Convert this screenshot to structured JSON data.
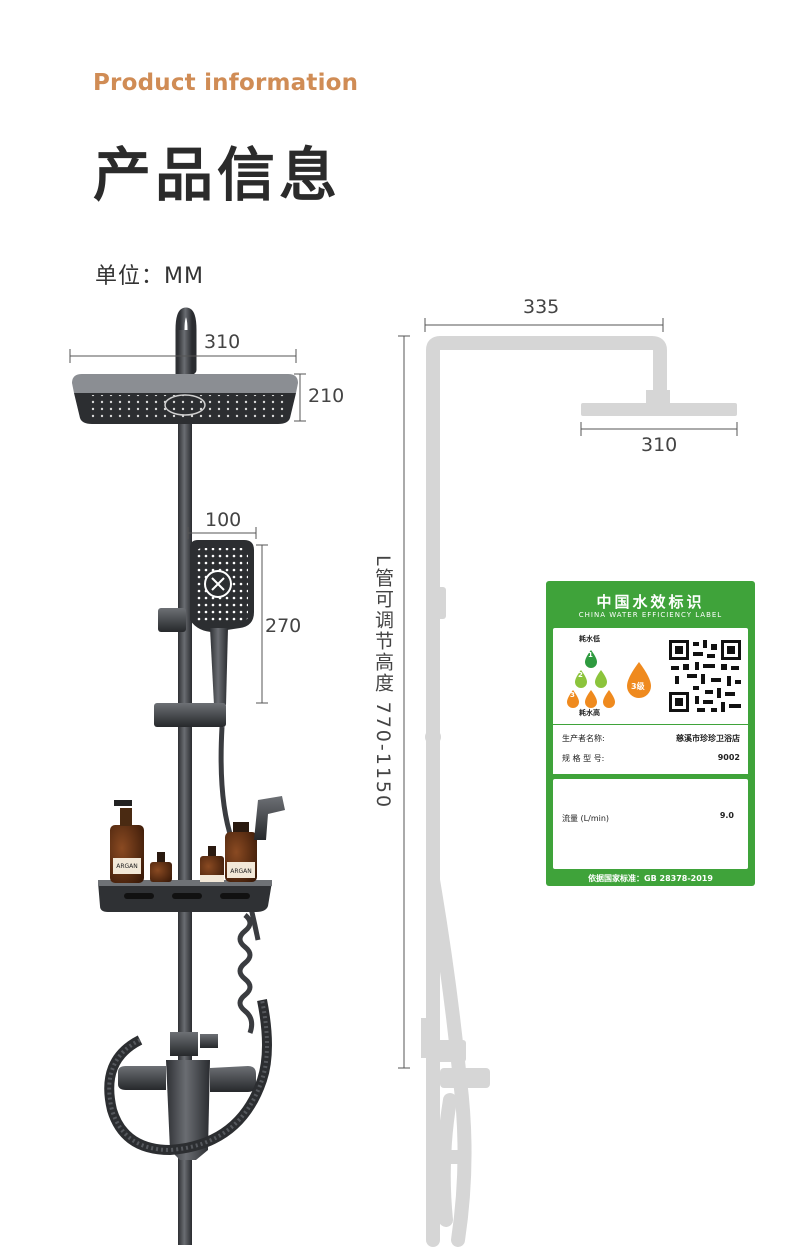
{
  "header": {
    "subtitle_en": "Product information",
    "title_cn": "产品信息",
    "unit": "单位：MM"
  },
  "dimensions": {
    "head_width_left": "310",
    "head_depth": "210",
    "hand_shower_width": "100",
    "hand_shower_height": "270",
    "arm_reach": "335",
    "head_width_right": "310",
    "height_label": "L管可调节高度 770-1150"
  },
  "product_bottles": {
    "brand": "ARGAN"
  },
  "water_label": {
    "title_cn": "中国水效标识",
    "title_en": "CHINA WATER EFFICIENCY LABEL",
    "low_text": "耗水低",
    "high_text": "耗水高",
    "grade_levels": [
      "1",
      "2",
      "3"
    ],
    "grade_badge": "3级",
    "maker_label": "生产者名称:",
    "maker_value": "慈溪市珍珍卫浴店",
    "model_label": "规 格 型 号:",
    "model_value": "9002",
    "flow_label": "流量 (L/min)",
    "flow_value": "9.0",
    "footer": "依据国家标准：GB 28378-2019",
    "colors": {
      "background": "#3fa33a",
      "grade1": "#2e9a3f",
      "grade2": "#8cc43c",
      "grade3": "#ef8a1e"
    }
  }
}
